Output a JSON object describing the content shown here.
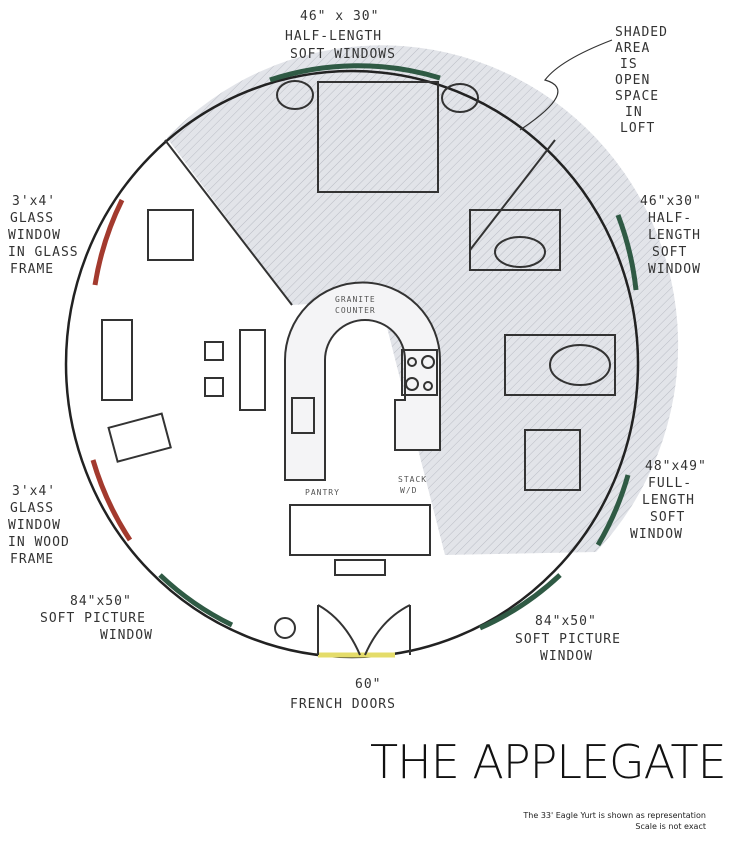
{
  "title": "THE APPLEGATE",
  "note": [
    "The 33' Eagle Yurt is shown as representation",
    "Scale is not exact"
  ],
  "labels": {
    "top_window": [
      "46\" x 30\"",
      "HALF-LENGTH",
      "SOFT WINDOWS"
    ],
    "shaded": [
      "SHADED",
      "AREA",
      "IS",
      "OPEN",
      "SPACE",
      "IN",
      "LOFT"
    ],
    "right_window": [
      "46\"x30\"",
      "HALF-",
      "LENGTH",
      "SOFT",
      "WINDOW"
    ],
    "left_glass": [
      "3'x4'",
      "GLASS",
      "WINDOW",
      "IN GLASS",
      "FRAME"
    ],
    "left_wood": [
      "3'x4'",
      "GLASS",
      "WINDOW",
      "IN WOOD",
      "FRAME"
    ],
    "full_length": [
      "48\"x49\"",
      "FULL-",
      "LENGTH",
      "SOFT",
      "WINDOW"
    ],
    "picture_left": [
      "84\"x50\"",
      "SOFT PICTURE",
      "WINDOW"
    ],
    "picture_right": [
      "84\"x50\"",
      "SOFT PICTURE",
      "WINDOW"
    ],
    "doors": [
      "60\"",
      "FRENCH DOORS"
    ],
    "counter": [
      "GRANITE",
      "COUNTER"
    ],
    "pantry": "PANTRY",
    "stack": [
      "STACK",
      "W/D"
    ]
  },
  "colors": {
    "glass_frame": "#a33a2e",
    "wood_frame": "#a33a2e",
    "soft_window": "#2f5a44",
    "doors": "#e4dc6a",
    "shading": "#dfe1e6"
  }
}
